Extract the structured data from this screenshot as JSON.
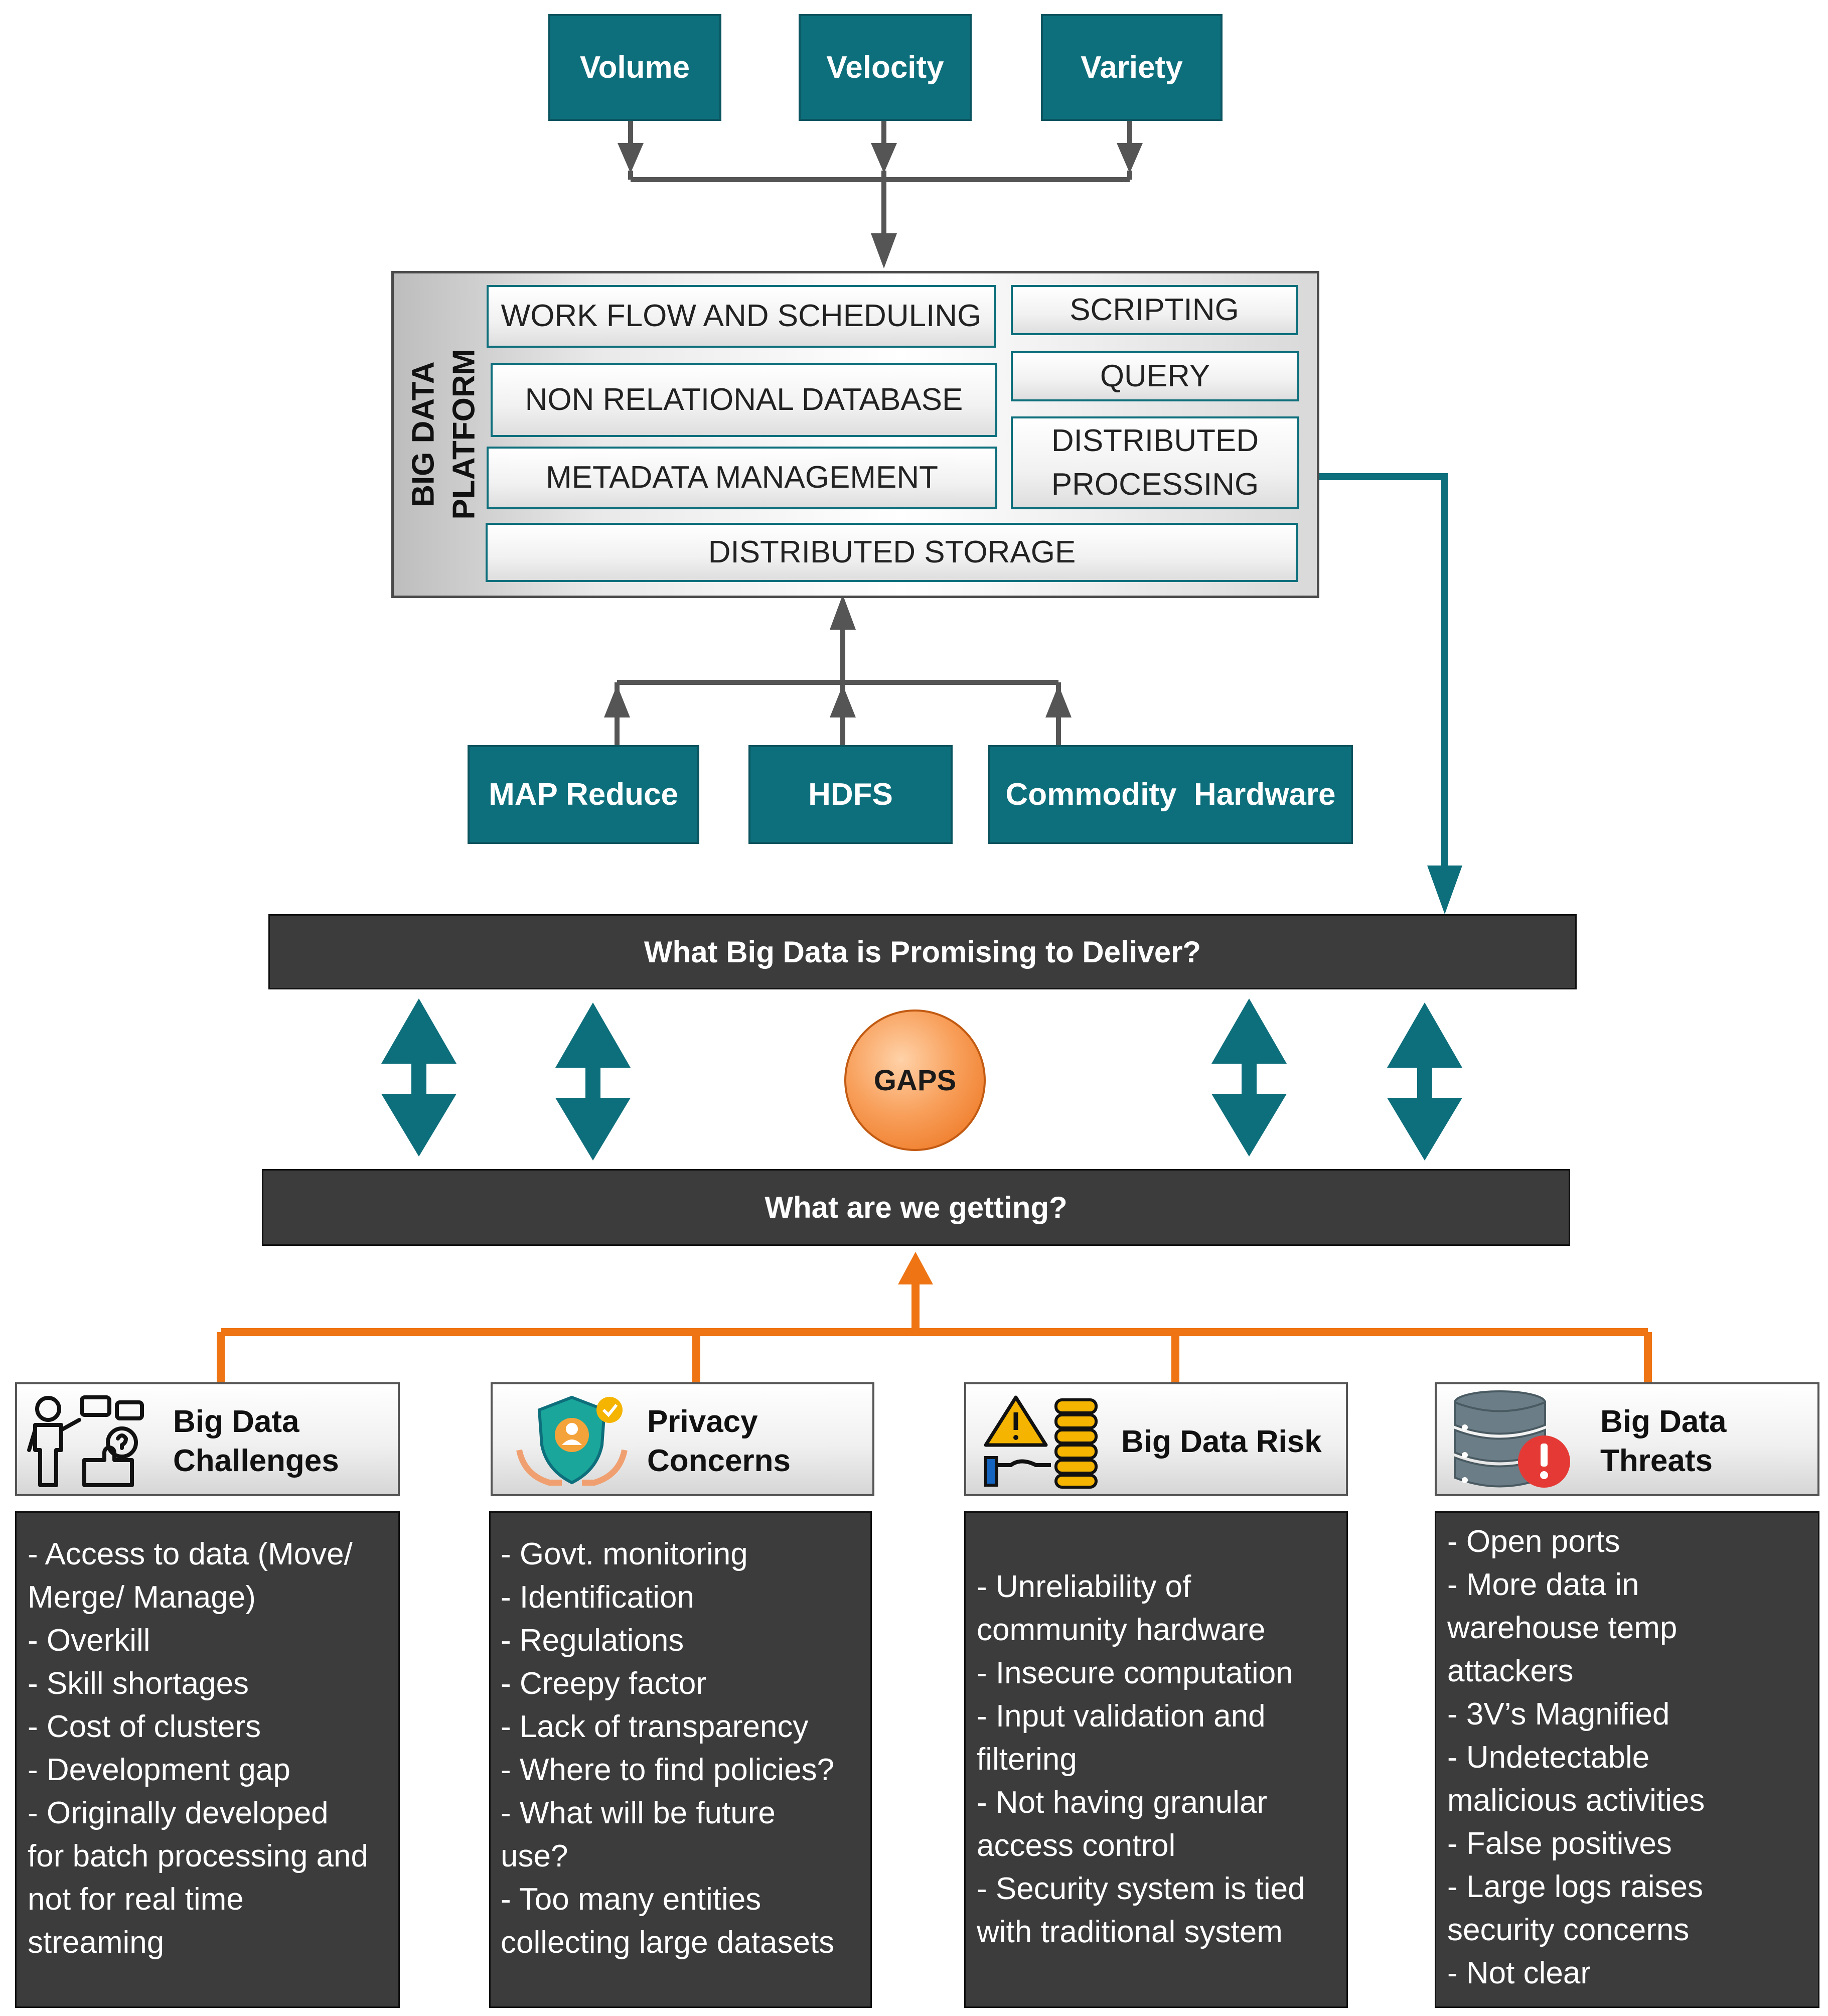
{
  "inputs": [
    "Volume",
    "Velocity",
    "Variety"
  ],
  "platform": {
    "label_line1": "BIG DATA",
    "label_line2": "PLATFORM",
    "workflow": "WORK FLOW AND SCHEDULING",
    "scripting": "SCRIPTING",
    "nonrelational": "NON RELATIONAL DATABASE",
    "query": "QUERY",
    "metadata": "METADATA MANAGEMENT",
    "distributed_processing_1": "DISTRIBUTED",
    "distributed_processing_2": "PROCESSING",
    "distributed_storage": "DISTRIBUTED STORAGE"
  },
  "foundations": [
    "MAP Reduce",
    "HDFS",
    "Commodity  Hardware"
  ],
  "promise_bar": "What Big Data is Promising to Deliver?",
  "gaps_label": "GAPS",
  "getting_bar": "What are we getting?",
  "categories": [
    {
      "title_1": "Big Data",
      "title_2": "Challenges",
      "icon": "challenges-icon",
      "items": [
        "- Access to data (Move/",
        "Merge/ Manage)",
        "- Overkill",
        "- Skill shortages",
        "- Cost of clusters",
        "- Development gap",
        "- Originally developed",
        "for batch processing and",
        "not for real time",
        "streaming"
      ]
    },
    {
      "title_1": "Privacy",
      "title_2": "Concerns",
      "icon": "privacy-shield-icon",
      "items": [
        "- Govt. monitoring",
        "- Identification",
        "- Regulations",
        "- Creepy factor",
        "- Lack of transparency",
        "- Where to find policies?",
        "- What will be future",
        "use?",
        "- Too many entities",
        "collecting large datasets"
      ]
    },
    {
      "title_1": "Big Data Risk",
      "title_2": "",
      "icon": "risk-warning-coins-icon",
      "items": [
        "- Unreliability of",
        "community hardware",
        "- Insecure computation",
        "- Input validation and",
        "filtering",
        "- Not having granular",
        "access control",
        "- Security system is tied",
        "with traditional system"
      ]
    },
    {
      "title_1": "Big Data",
      "title_2": "Threats",
      "icon": "database-alert-icon",
      "items": [
        "- Open ports",
        "- More data in",
        "warehouse temp",
        "attackers",
        "- 3V’s Magnified",
        "- Undetectable",
        "malicious activities",
        "- False positives",
        "- Large logs raises",
        "security concerns",
        "- Not clear"
      ]
    }
  ],
  "colors": {
    "teal": "#0e6f7c",
    "orange": "#ee7414",
    "dark_bar": "#3c3c3c",
    "gray_arrow": "#555555"
  }
}
